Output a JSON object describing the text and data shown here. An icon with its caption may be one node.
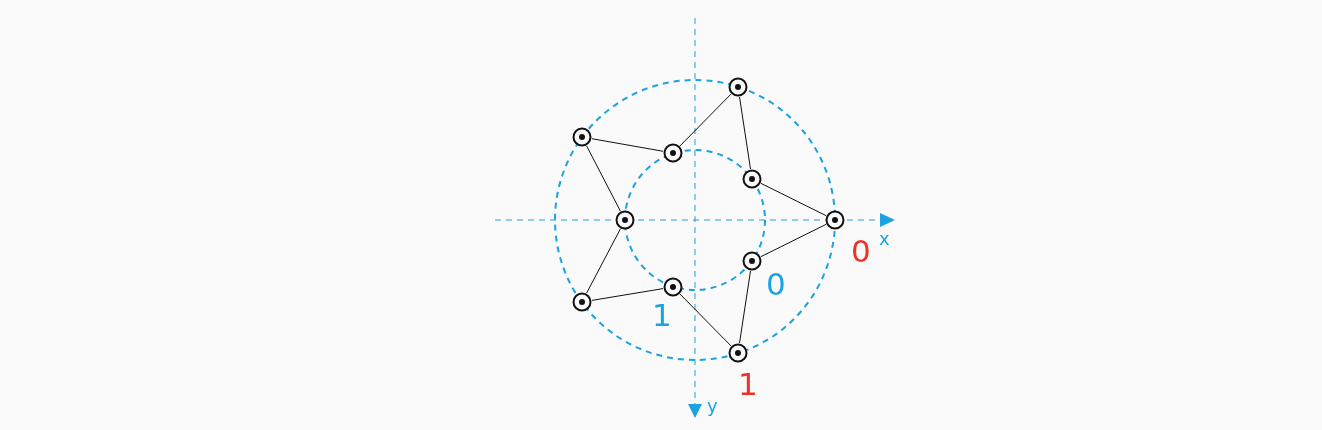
{
  "diagram": {
    "nodes": [
      {
        "text": [],
        "shape": "circle"
      },
      {
        "text": [],
        "shape": "circle"
      },
      {
        "text": [],
        "shape": "circle"
      },
      {
        "text": [],
        "shape": "circle"
      },
      {
        "text": [],
        "shape": "circle"
      },
      {
        "text": [],
        "shape": "circle"
      },
      {
        "text": [],
        "shape": "circle"
      },
      {
        "text": [],
        "shape": "circle"
      },
      {
        "text": [],
        "shape": "circle"
      },
      {
        "text": [],
        "shape": "circle"
      }
    ],
    "edges": [
      {
        "from": 5,
        "to": 6,
        "arrow": "none"
      },
      {
        "from": 6,
        "to": 9,
        "arrow": "none"
      },
      {
        "from": 9,
        "to": 7,
        "arrow": "none"
      },
      {
        "from": 7,
        "to": 8,
        "arrow": "none"
      },
      {
        "from": 8,
        "to": 4,
        "arrow": "none"
      },
      {
        "from": 4,
        "to": 1,
        "arrow": "none"
      },
      {
        "from": 1,
        "to": 2,
        "arrow": "none"
      },
      {
        "from": 2,
        "to": 0,
        "arrow": "none"
      },
      {
        "from": 0,
        "to": 3,
        "arrow": "none"
      },
      {
        "from": 3,
        "to": 5,
        "arrow": "none"
      }
    ],
    "labels": [
      "x",
      "0",
      "0",
      "1",
      "1",
      "y"
    ]
  }
}
